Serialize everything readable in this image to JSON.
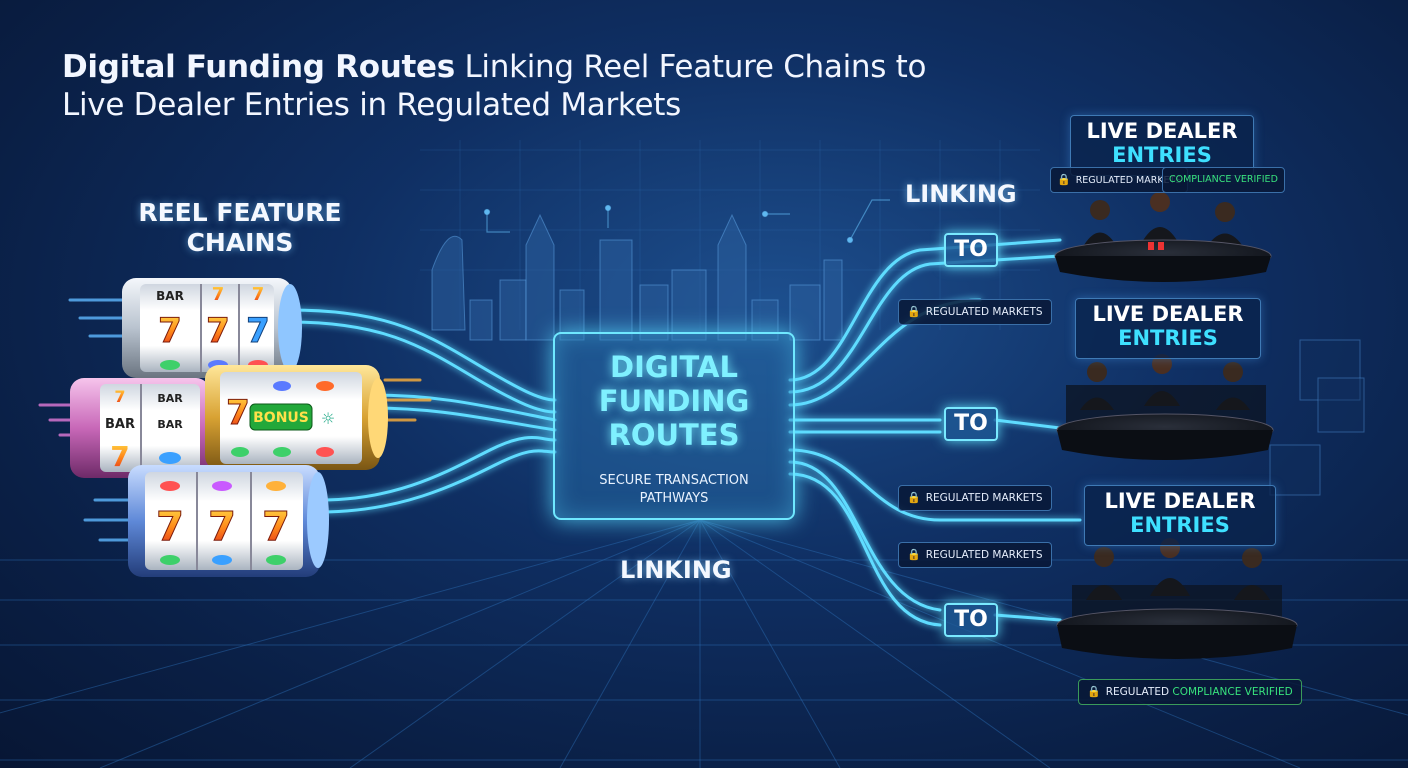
{
  "title": {
    "bold": "Digital Funding Routes",
    "rest_line1": " Linking Reel Feature Chains to",
    "line2": "Live Dealer Entries in Regulated Markets"
  },
  "reels": {
    "title_line1": "REEL FEATURE",
    "title_line2": "CHAINS",
    "symbols": [
      "BAR",
      "7",
      "BONUS"
    ]
  },
  "hub": {
    "title_line1": "DIGITAL",
    "title_line2": "FUNDING",
    "title_line3": "ROUTES",
    "sub_line1": "SECURE TRANSACTION",
    "sub_line2": "PATHWAYS"
  },
  "linking_label": "LINKING",
  "to_label": "TO",
  "entries": [
    {
      "line1": "LIVE DEALER",
      "line2": "ENTRIES"
    },
    {
      "line1": "LIVE DEALER",
      "line2": "ENTRIES"
    },
    {
      "line1": "LIVE DEALER",
      "line2": "ENTRIES"
    }
  ],
  "badges": {
    "top_left": "REGULATED MARKETS",
    "top_right": "COMPLIANCE VERIFIED",
    "route1": "REGULATED MARKETS",
    "route2": "REGULATED MARKETS",
    "route3": "REGULATED MARKETS",
    "bottom_left": "REGULATED",
    "bottom_right": "COMPLIANCE VERIFIED"
  },
  "colors": {
    "accent_cyan": "#3ee0ff",
    "route_glow": "#5fdcff",
    "compliance_green": "#38e27d"
  },
  "icons": [
    "lock-icon"
  ]
}
